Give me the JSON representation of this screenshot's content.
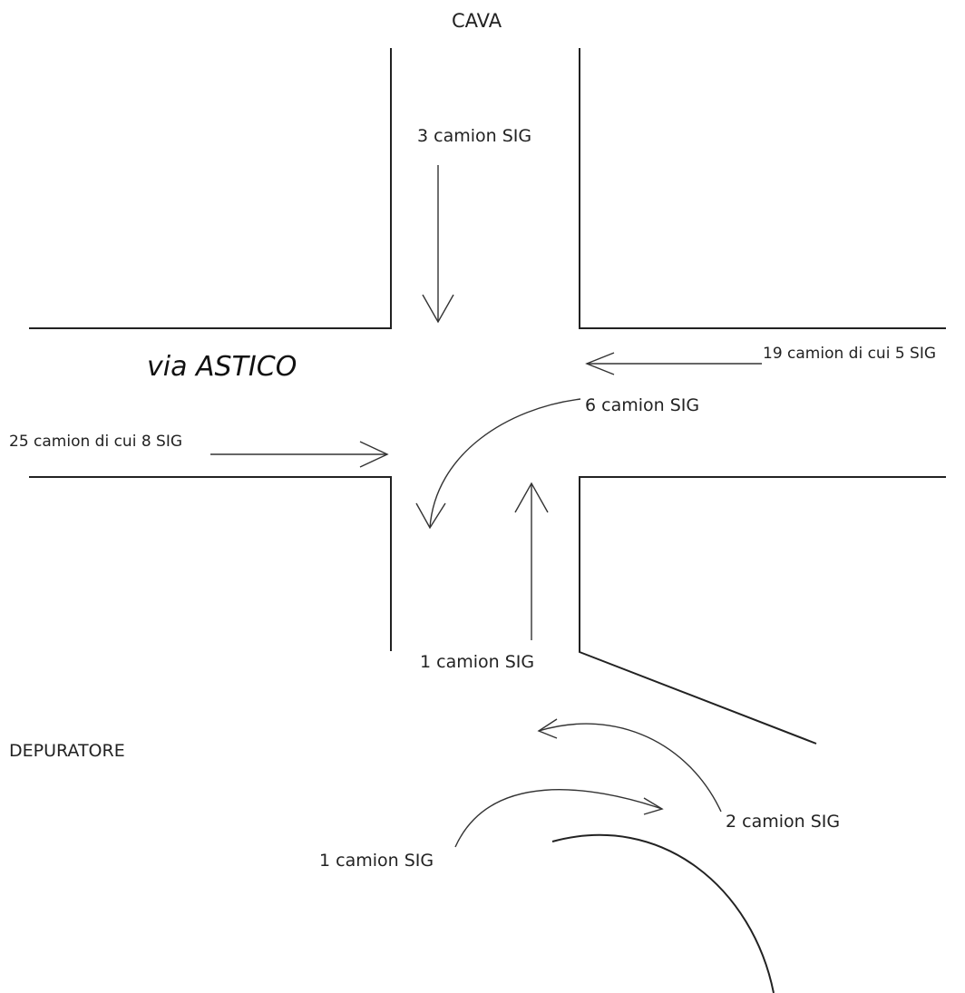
{
  "labels": {
    "top": "CAVA",
    "street": "via ASTICO",
    "bottom_left": "DEPURATORE"
  },
  "flows": {
    "from_cava": "3 camion SIG",
    "from_east": "19 camion di cui 5 SIG",
    "east_turn": "6 camion SIG",
    "from_west": "25 camion di cui 8 SIG",
    "from_south": "1 camion SIG",
    "lower_right": "2 camion SIG",
    "lower_left": "1 camion SIG"
  },
  "colors": {
    "line": "#222222",
    "text": "#222222"
  }
}
